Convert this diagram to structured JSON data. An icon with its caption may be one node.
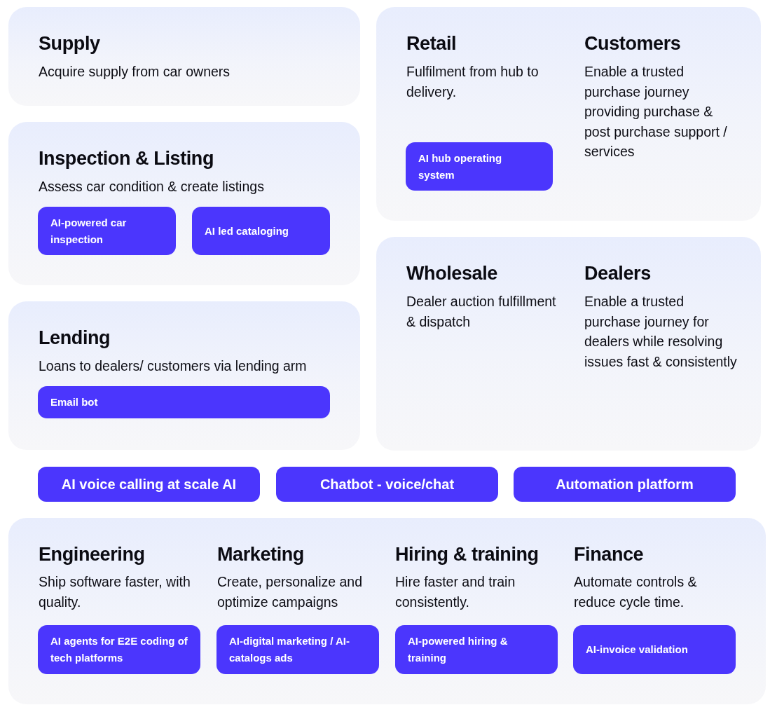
{
  "diagram": {
    "nodes": [
      {
        "text": [
          "Supply",
          "Acquire supply from car owners"
        ]
      },
      {
        "text": [
          "Inspection & Listing",
          "Assess car condition & create listings"
        ]
      },
      {
        "text": [
          "AI-powered car inspection"
        ],
        "in": 1
      },
      {
        "text": [
          "AI led cataloging"
        ],
        "in": 1
      },
      {
        "text": [
          "Lending",
          "Loans to dealers/ customers via lending arm"
        ]
      },
      {
        "text": [
          "Email bot"
        ],
        "in": 4
      },
      {
        "text": [
          "Retail",
          "Fulfilment from hub to delivery.",
          "Customers",
          "Enable a trusted purchase journey providing purchase & post purchase support / services"
        ]
      },
      {
        "text": [
          "AI hub operating system"
        ],
        "in": 6
      },
      {
        "text": [
          "Wholesale",
          "Dealer auction fulfillment & dispatch",
          "Dealers",
          "Enable a trusted purchase journey for dealers while resolving issues fast & consistently"
        ]
      },
      {
        "text": [
          "AI voice calling at scale AI"
        ]
      },
      {
        "text": [
          "Chatbot - voice/chat"
        ]
      },
      {
        "text": [
          "Automation platform"
        ]
      },
      {
        "text": [
          "Engineering",
          "Ship software faster, with quality.",
          "Marketing",
          "Create, personalize and optimize campaigns",
          "Hiring & training",
          "Hire faster and train consistently.",
          "Finance",
          "Automate controls & reduce cycle time."
        ]
      },
      {
        "text": [
          "AI agents for E2E coding of tech platforms"
        ],
        "in": 12
      },
      {
        "text": [
          "AI-digital marketing / AI-catalogs ads"
        ],
        "in": 12
      },
      {
        "text": [
          "AI-powered hiring & training"
        ],
        "in": 12
      },
      {
        "text": [
          "AI-invoice validation"
        ],
        "in": 12
      }
    ]
  }
}
